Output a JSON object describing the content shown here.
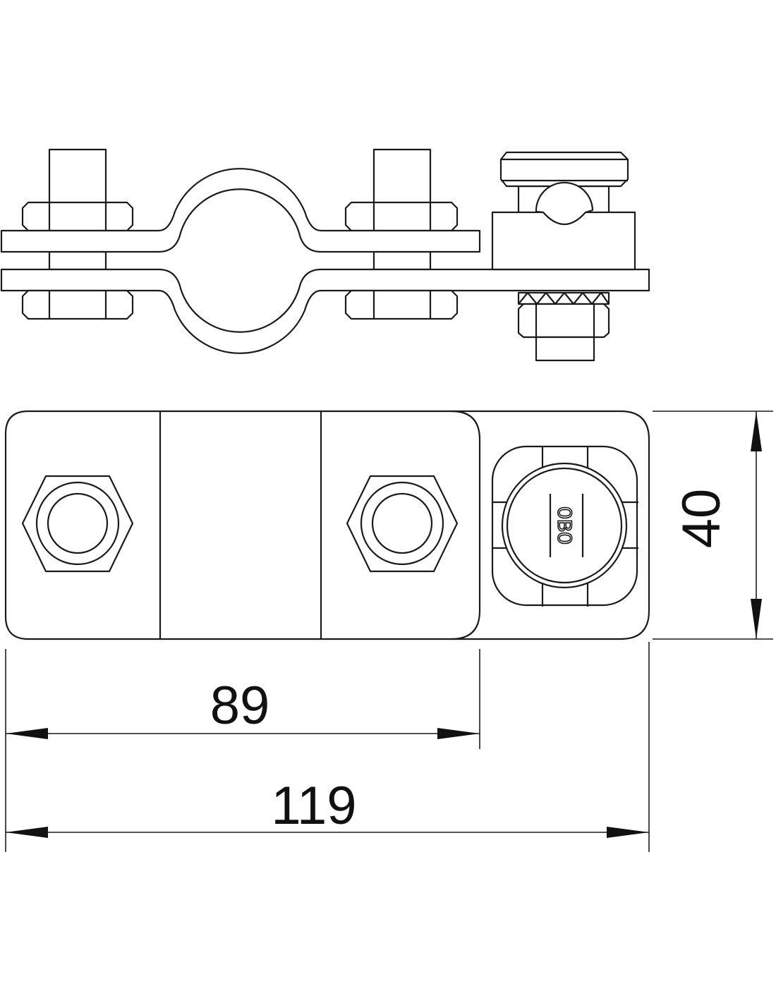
{
  "drawing": {
    "logo_text": "OBO",
    "dimensions": {
      "height": "40",
      "inner_length": "89",
      "overall_length": "119"
    },
    "colors": {
      "line": "#1a1a1a",
      "background": "#ffffff"
    }
  }
}
